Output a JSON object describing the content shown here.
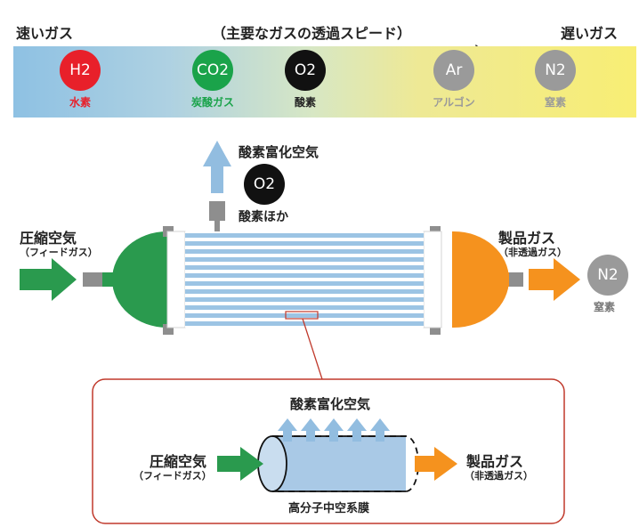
{
  "header": {
    "fast_label": "速いガス",
    "title": "（主要なガスの透過スピード）",
    "slow_label": "遅いガス"
  },
  "gases": [
    {
      "symbol": "H2",
      "name": "水素",
      "circle_color": "#e8202a",
      "name_color": "#e8202a"
    },
    {
      "symbol": "CO2",
      "name": "炭酸ガス",
      "circle_color": "#1aa34a",
      "name_color": "#1aa34a"
    },
    {
      "symbol": "O2",
      "name": "酸素",
      "circle_color": "#111111",
      "name_color": "#222222"
    },
    {
      "symbol": "Ar",
      "name": "アルゴン",
      "circle_color": "#9a9a9a",
      "name_color": "#9a9a9a"
    },
    {
      "symbol": "N2",
      "name": "窒素",
      "circle_color": "#9a9a9a",
      "name_color": "#9a9a9a"
    }
  ],
  "module": {
    "oxygen_enriched_label": "酸素富化空気",
    "oxygen_symbol": "O2",
    "oxygen_etc_label": "酸素ほか",
    "feed_label": "圧縮空気",
    "feed_sub": "（フィードガス）",
    "product_label": "製品ガス",
    "product_sub": "（非透過ガス）",
    "nitrogen_symbol": "N2",
    "nitrogen_name": "窒素"
  },
  "detail": {
    "oxygen_enriched_label": "酸素富化空気",
    "feed_label": "圧縮空気",
    "feed_sub": "（フィードガス）",
    "product_label": "製品ガス",
    "product_sub": "（非透過ガス）",
    "fiber_label": "高分子中空系膜"
  },
  "colors": {
    "green": "#2a9a4e",
    "orange": "#f5921e",
    "light_blue": "#92bde0",
    "gray": "#9a9a9a",
    "frame_red": "#c0392b"
  }
}
